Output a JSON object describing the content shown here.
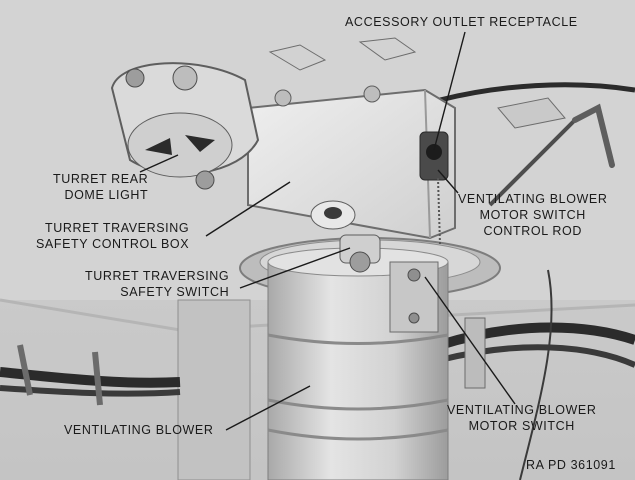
{
  "labels": {
    "accessory_outlet": [
      "ACCESSORY OUTLET RECEPTACLE"
    ],
    "rear_dome_light": [
      "TURRET REAR",
      "DOME LIGHT"
    ],
    "safety_control_box": [
      "TURRET TRAVERSING",
      "SAFETY CONTROL BOX"
    ],
    "safety_switch": [
      "TURRET TRAVERSING",
      "SAFETY SWITCH"
    ],
    "blower_control_rod": [
      "VENTILATING BLOWER",
      "MOTOR SWITCH",
      "CONTROL ROD"
    ],
    "blower_motor_switch": [
      "VENTILATING BLOWER",
      "MOTOR SWITCH"
    ],
    "ventilating_blower": [
      "VENTILATING BLOWER"
    ]
  },
  "figure_code": "RA PD  361091",
  "colors": {
    "ink": "#1a1a1a",
    "metal_light": "#e6e6e6",
    "metal_mid": "#b9b9b9",
    "metal_dark": "#7d7d7d",
    "cable": "#2b2b2b"
  }
}
